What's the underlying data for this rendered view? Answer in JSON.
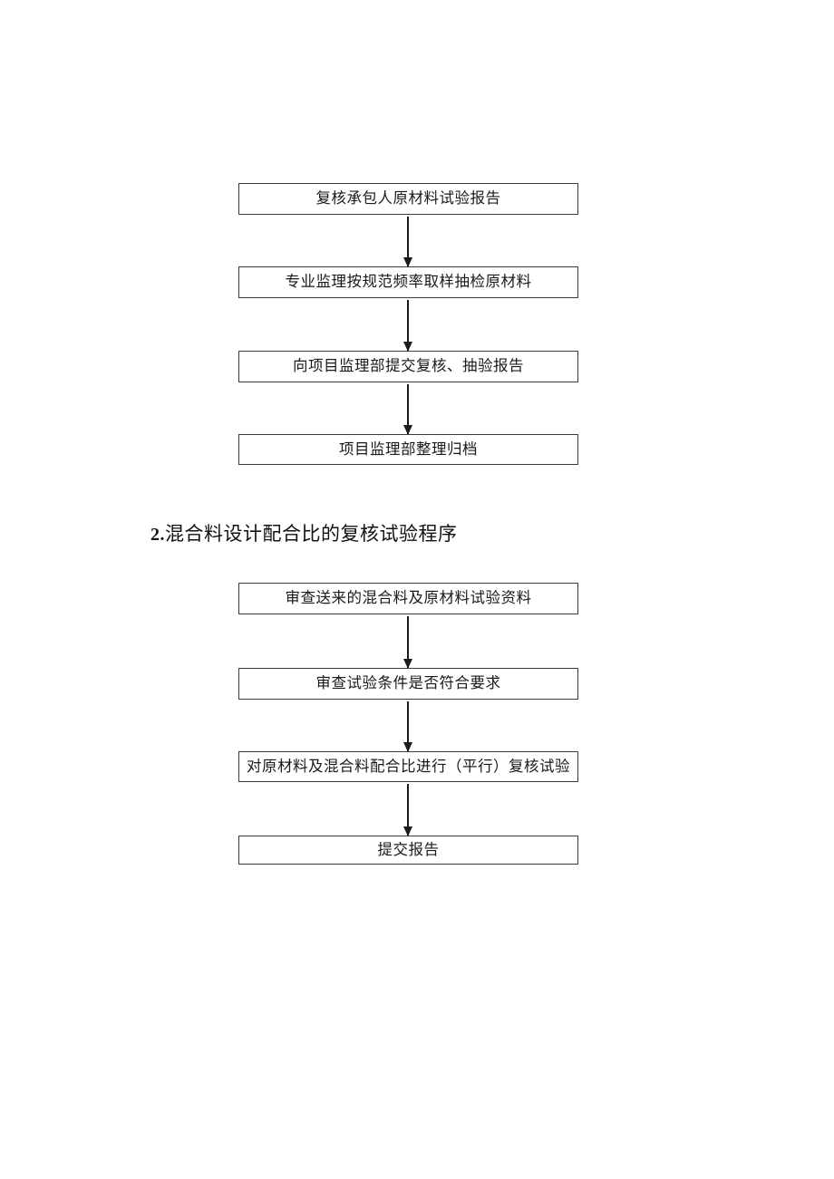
{
  "heading": {
    "number": "2.",
    "title": "混合料设计配合比的复核试验程序"
  },
  "flowchart1": {
    "steps": [
      {
        "label": "复核承包人原材料试验报告"
      },
      {
        "label": "专业监理按规范频率取样抽检原材料"
      },
      {
        "label": "向项目监理部提交复核、抽验报告"
      },
      {
        "label": "项目监理部整理归档"
      }
    ]
  },
  "flowchart2": {
    "steps": [
      {
        "label": "审查送来的混合料及原材料试验资料"
      },
      {
        "label": "审查试验条件是否符合要求"
      },
      {
        "label": "对原材料及混合料配合比进行（平行）复核试验"
      },
      {
        "label": "提交报告"
      }
    ]
  },
  "colors": {
    "page_background": "#ffffff",
    "box_border": "#3a3a3a",
    "text": "#1a1a1a",
    "arrow": "#1c1c1c"
  }
}
